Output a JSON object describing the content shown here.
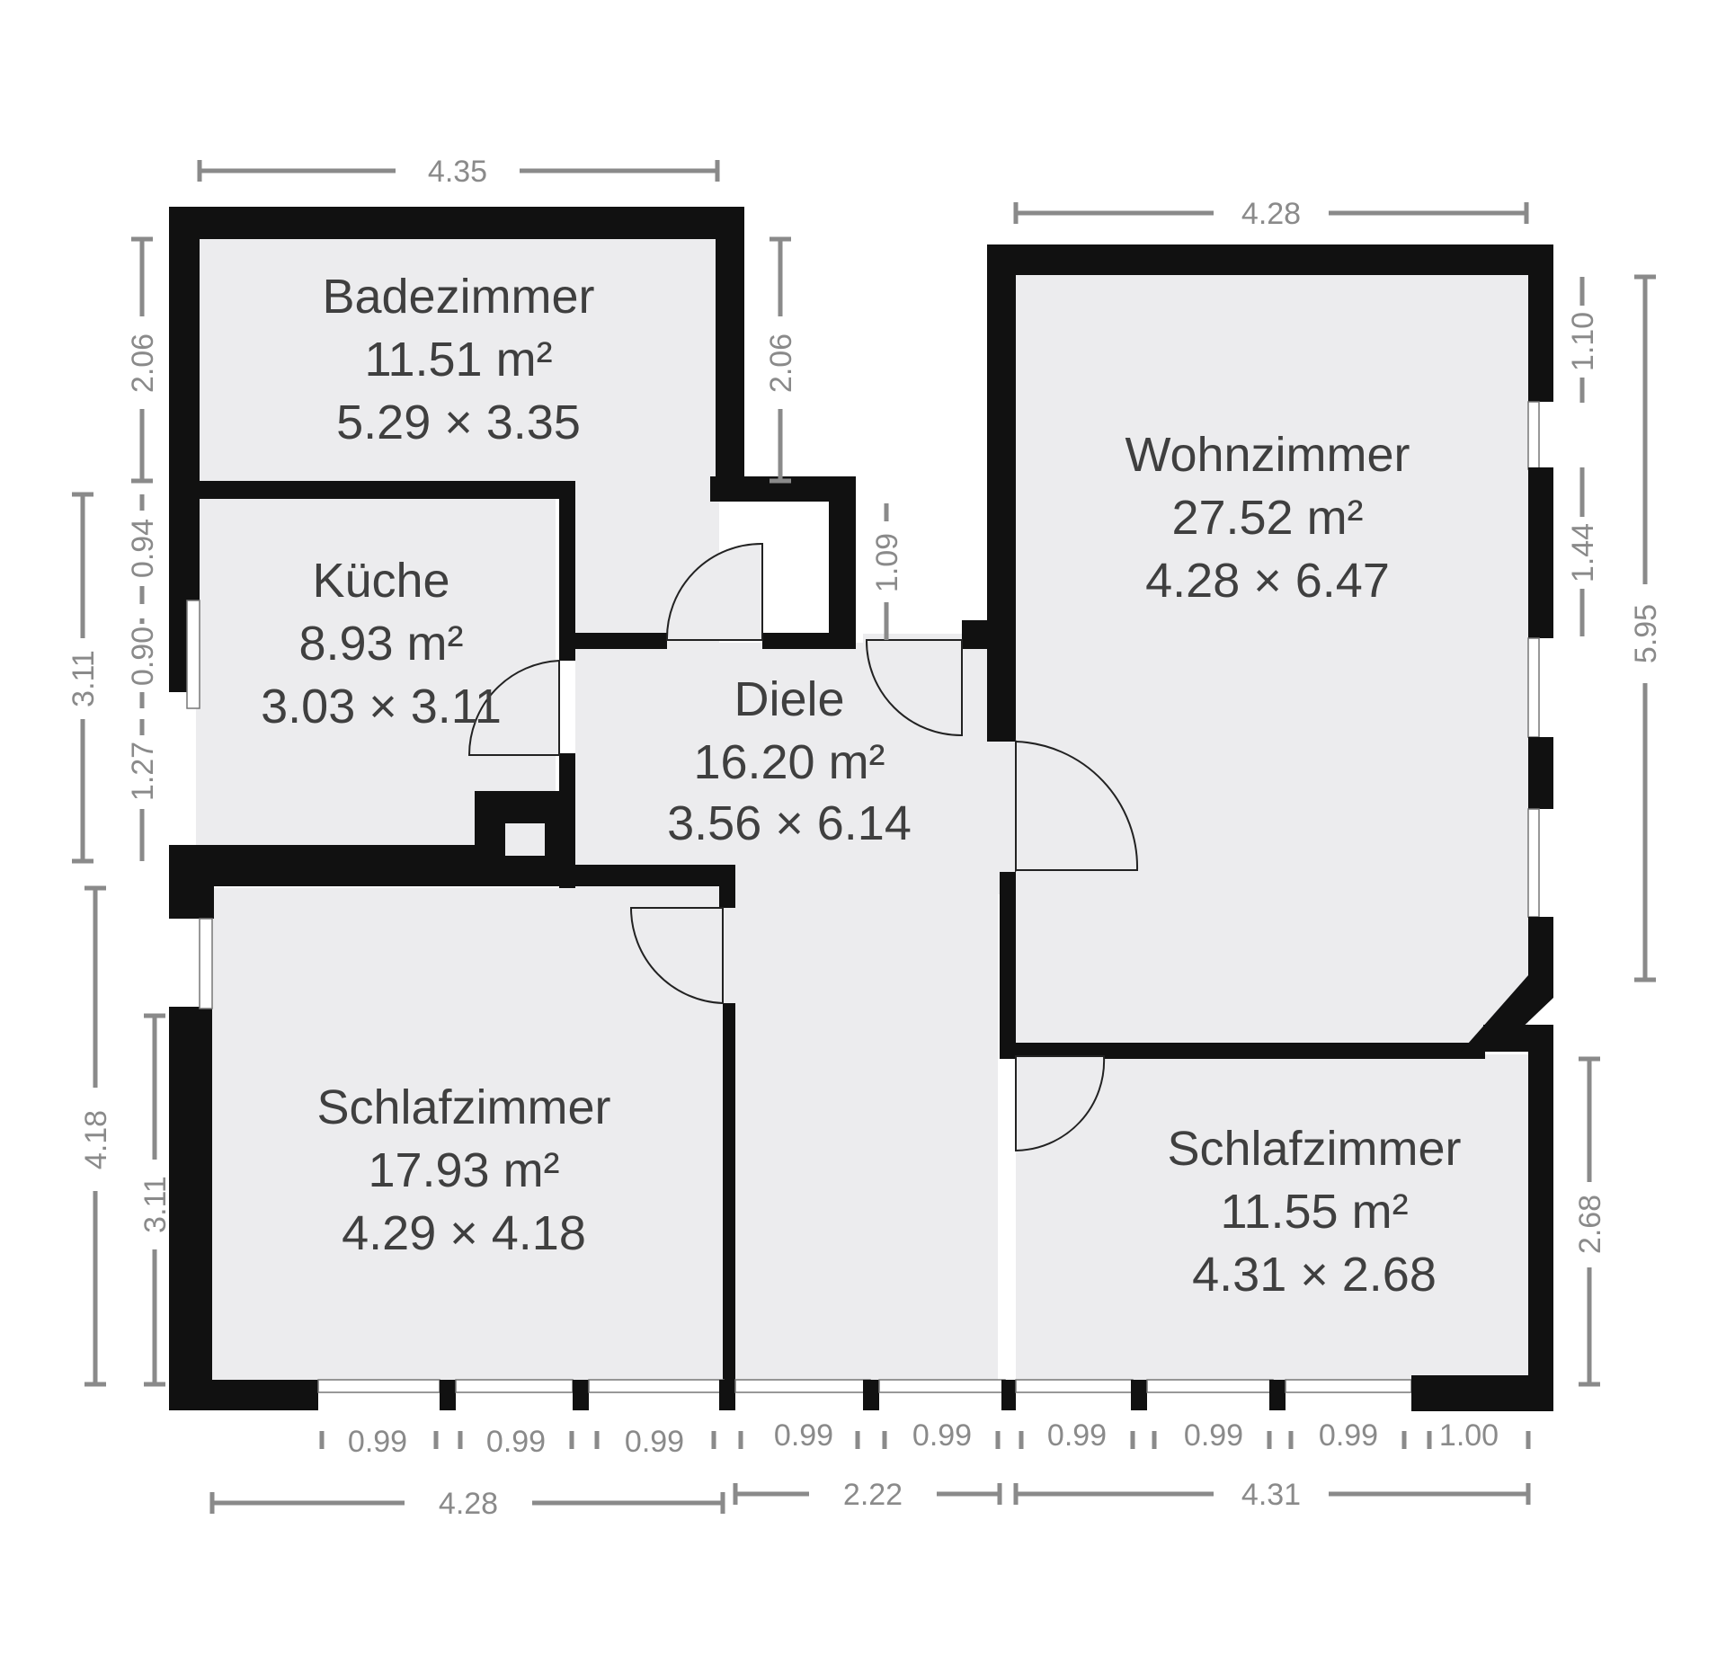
{
  "rooms": [
    {
      "id": "badezimmer",
      "name": "Badezimmer",
      "area": "11.51 m²",
      "dims": "5.29 × 3.35"
    },
    {
      "id": "kueche",
      "name": "Küche",
      "area": "8.93 m²",
      "dims": "3.03 × 3.11"
    },
    {
      "id": "diele",
      "name": "Diele",
      "area": "16.20 m²",
      "dims": "3.56 × 6.14"
    },
    {
      "id": "wohnzimmer",
      "name": "Wohnzimmer",
      "area": "27.52 m²",
      "dims": "4.28 × 6.47"
    },
    {
      "id": "schlafzimmer-1",
      "name": "Schlafzimmer",
      "area": "17.93 m²",
      "dims": "4.29 × 4.18"
    },
    {
      "id": "schlafzimmer-2",
      "name": "Schlafzimmer",
      "area": "11.55 m²",
      "dims": "4.31 × 2.68"
    }
  ],
  "dimensions": {
    "bad_top": "4.35",
    "bad_left": "2.06",
    "bad_right": "2.06",
    "kueche_outer": "3.11",
    "kueche_seg_1": "0.94",
    "kueche_seg_2": "0.90",
    "kueche_seg_3": "1.27",
    "diele_door": "1.09",
    "wohn_top": "4.28",
    "wohn_right_1": "1.10",
    "wohn_right_2": "1.44",
    "wohn_right_total": "5.95",
    "schlaf1_outer": "4.18",
    "schlaf1_inner": "3.11",
    "schlaf2_right": "2.68",
    "bottom_windows": [
      "0.99",
      "0.99",
      "0.99",
      "0.99",
      "0.99",
      "0.99",
      "0.99",
      "0.99",
      "1.00"
    ],
    "bottom_totals": [
      "4.28",
      "2.22",
      "4.31"
    ]
  }
}
